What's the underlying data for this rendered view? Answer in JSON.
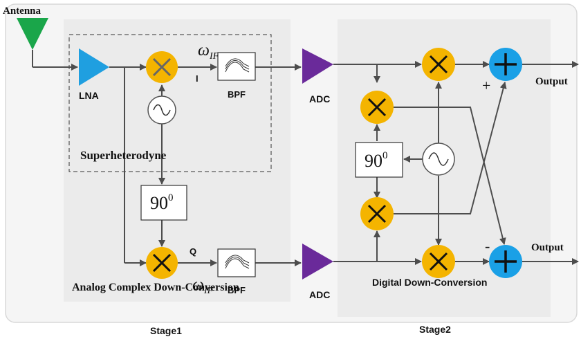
{
  "labels": {
    "antenna": "Antenna",
    "lna": "LNA",
    "omega_sym": "ω",
    "if_sub": "IF",
    "i_label": "I",
    "q_label": "Q",
    "bpf": "BPF",
    "adc": "ADC",
    "superheterodyne": "Superheterodyne",
    "phase_base": "90",
    "phase_sup": "0",
    "analog_title": "Analog Complex Down-Conversion",
    "digital_title": "Digital Down-Conversion",
    "stage1": "Stage1",
    "stage2": "Stage2",
    "output": "Output",
    "plus_sign": "+",
    "minus_sign": "-"
  },
  "colors": {
    "antenna": "#1aa64a",
    "lna": "#1f9fe0",
    "mixer": "#f4b400",
    "adder": "#1aa0e6",
    "adc": "#6a2a9a",
    "stage_panel": "#ebebeb",
    "line": "#4d4d4d"
  }
}
